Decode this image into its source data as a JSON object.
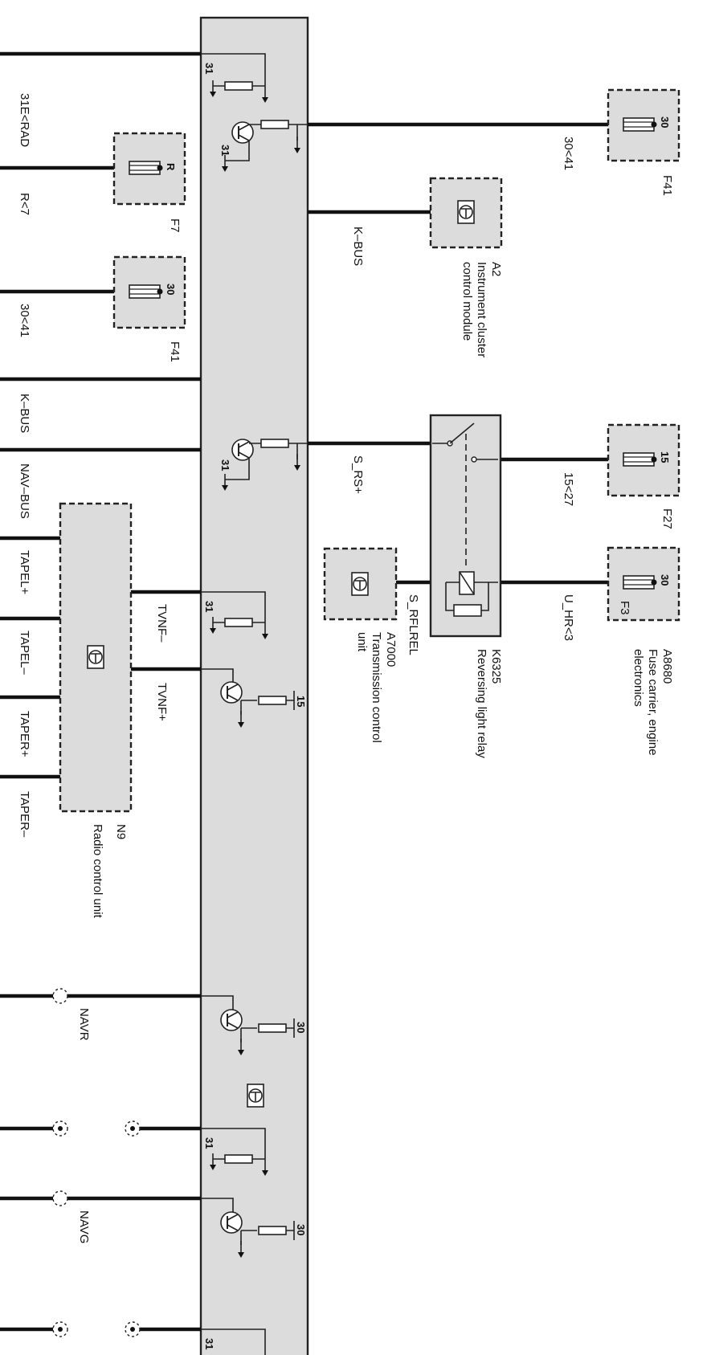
{
  "colors": {
    "module_fill": "#dcdcdc",
    "wire": "#111111",
    "background": "#ffffff"
  },
  "wire_labels": {
    "w1": "31E<RAD",
    "w2": "R<7",
    "w3": "30<41",
    "w4": "K–BUS",
    "w5": "NAV–BUS",
    "w6": "TAPEL+",
    "w7": "TAPEL–",
    "w8": "TAPER+",
    "w9": "TAPER–",
    "tvnf_minus": "TVNF–",
    "tvnf_plus": "TVNF+",
    "navr": "NAVR",
    "navg": "NAVG",
    "right_30_41": "30<41",
    "right_kbus": "K–BUS",
    "s_rs": "S_RS+",
    "s_rflrel": "S_RFLREL",
    "p15_27": "15<27",
    "u_hr3": "U_HR<3"
  },
  "pins": {
    "p31": "31",
    "p30": "30",
    "p15": "15",
    "pR": "R"
  },
  "components": {
    "f7": {
      "id": "F7",
      "pin": "R"
    },
    "f41_left": {
      "id": "F41",
      "pin": "30"
    },
    "f41_right": {
      "id": "F41",
      "pin": "30"
    },
    "a2": {
      "id": "A2",
      "desc1": "Instrument cluster",
      "desc2": "control module"
    },
    "f27": {
      "id": "F27",
      "pin": "15"
    },
    "f3": {
      "id": "F3",
      "pin": "30"
    },
    "a8680": {
      "id": "A8680",
      "desc1": "Fuse carrier, engine",
      "desc2": "electronics"
    },
    "k6325": {
      "id": "K6325",
      "desc1": "Reversing light relay"
    },
    "a7000": {
      "id": "A7000",
      "desc1": "Transmission control",
      "desc2": "unit"
    },
    "n9": {
      "id": "N9",
      "desc1": "Radio control unit"
    }
  },
  "icons": [
    "control-unit-icon",
    "transistor-icon",
    "resistor-icon",
    "fuse-icon",
    "ground-icon",
    "relay-switch-icon"
  ]
}
